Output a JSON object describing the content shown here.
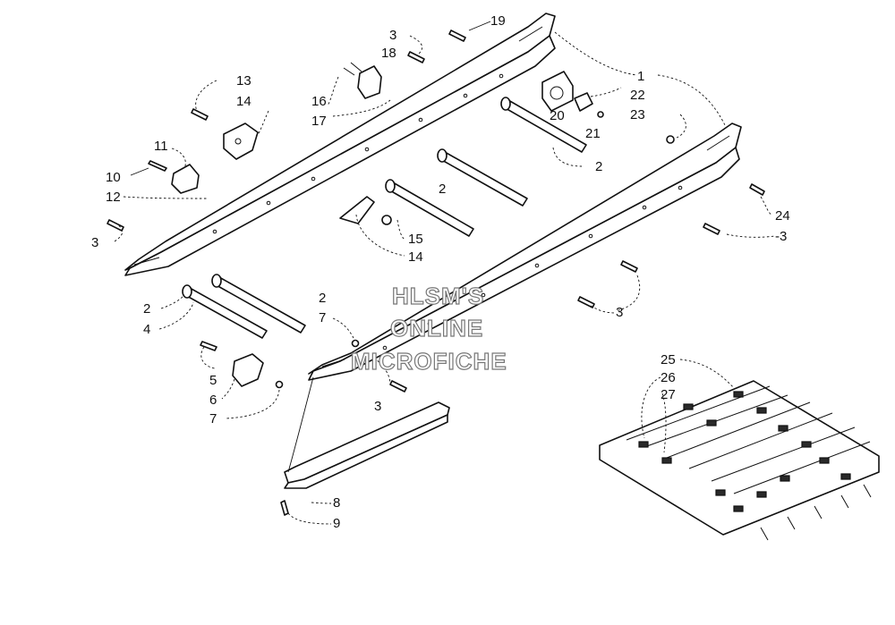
{
  "watermark": {
    "line1": "HLSM'S",
    "line2": "ONLINE",
    "line3": "MICROFICHE"
  },
  "callouts": {
    "c1": "1",
    "c2a": "2",
    "c2b": "2",
    "c2c": "2",
    "c2d": "2",
    "c3a": "3",
    "c3b": "3",
    "c3c": "3",
    "c3d": "-3",
    "c3e": "3",
    "c4": "4",
    "c5": "5",
    "c6": "6",
    "c7a": "7",
    "c7b": "7",
    "c8": "8",
    "c9": "9",
    "c10": "10",
    "c11": "11",
    "c12": "12",
    "c13": "13",
    "c14a": "14",
    "c14b": "14",
    "c15": "15",
    "c16": "16",
    "c17": "17",
    "c18": "18",
    "c19": "19",
    "c20": "20",
    "c21": "21",
    "c22": "22",
    "c23": "23",
    "c24": "24",
    "c25": "25",
    "c26": "26",
    "c27": "27"
  }
}
